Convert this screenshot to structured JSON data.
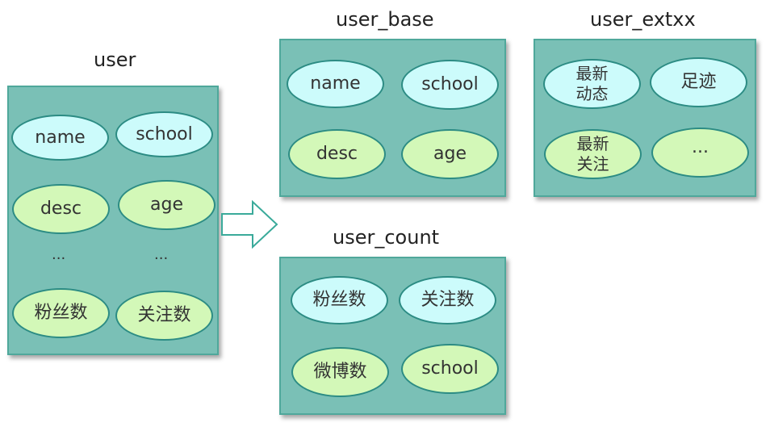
{
  "user": {
    "title": "user",
    "items": [
      "name",
      "school",
      "desc",
      "age",
      "...",
      "...",
      "粉丝数",
      "关注数"
    ]
  },
  "user_base": {
    "title": "user_base",
    "items": [
      "name",
      "school",
      "desc",
      "age"
    ]
  },
  "user_count": {
    "title": "user_count",
    "items": [
      "粉丝数",
      "关注数",
      "微博数",
      "school"
    ]
  },
  "user_extxx": {
    "title": "user_extxx",
    "items": [
      "最新\n动态",
      "足迹",
      "最新\n关注",
      "..."
    ]
  },
  "colors": {
    "box": "#7ac0b6",
    "cyan_oval": "#ccfbfb",
    "green_oval": "#d3f8b8",
    "border": "#2c8c84"
  }
}
